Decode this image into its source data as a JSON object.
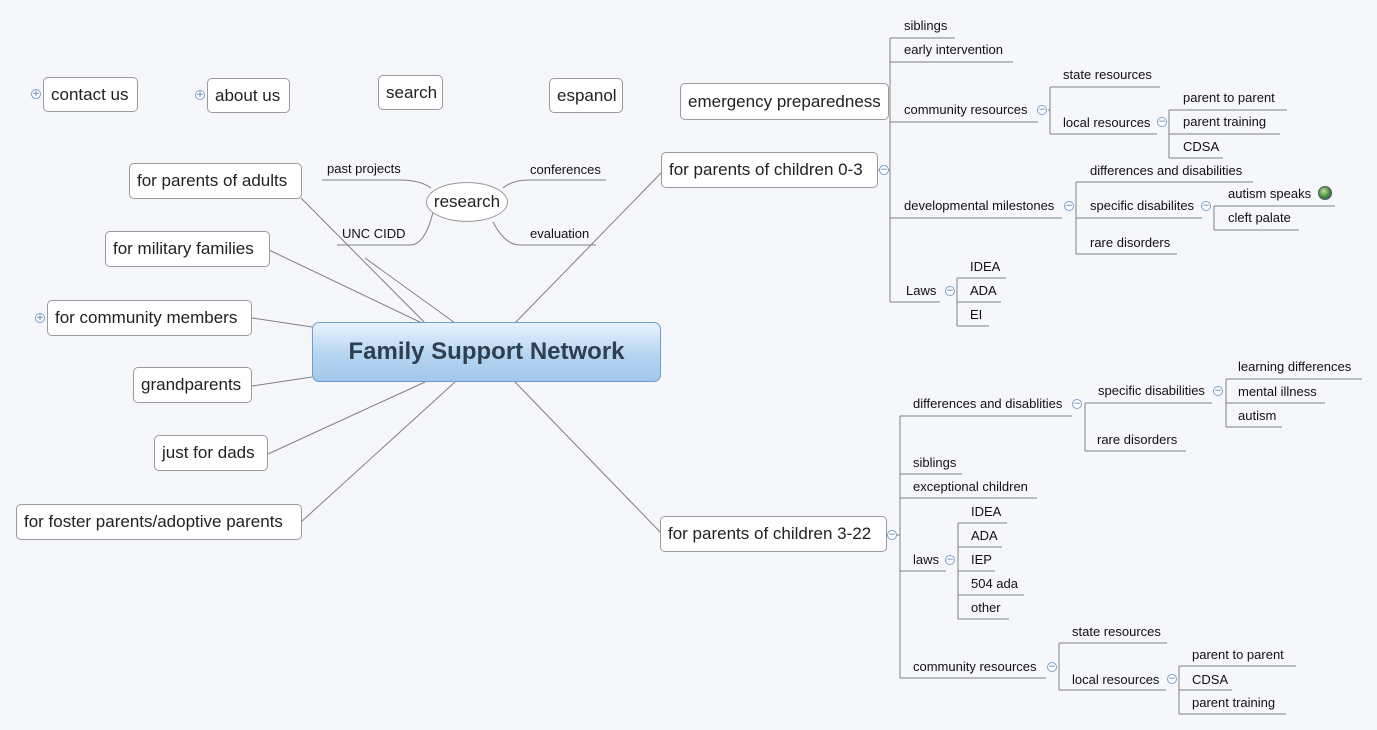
{
  "central_topic": "Family Support Network",
  "top_nav": {
    "contact_us": "contact us",
    "about_us": "about us",
    "search": "search",
    "espanol": "espanol"
  },
  "left_branches": {
    "adults": "for parents of adults",
    "military": "for military families",
    "community": "for community members",
    "grandparents": "grandparents",
    "dads": "just for dads",
    "foster": "for foster parents/adoptive parents"
  },
  "research": {
    "label": "research",
    "past_projects": "past projects",
    "unc_cidd": "UNC CIDD",
    "conferences": "conferences",
    "evaluation": "evaluation"
  },
  "emergency_preparedness": "emergency preparedness",
  "children_0_3": {
    "label": "for parents of children 0-3",
    "siblings": "siblings",
    "early_intervention": "early intervention",
    "community_resources": "community resources",
    "state_resources": "state resources",
    "local_resources": "local resources",
    "parent_to_parent": "parent to parent",
    "parent_training": "parent training",
    "cdsa": "CDSA",
    "developmental_milestones": "developmental milestones",
    "differences_and_disabilities": "differences and disabilities",
    "specific_disabilites": "specific disabilites",
    "autism_speaks": "autism speaks",
    "cleft_palate": "cleft palate",
    "rare_disorders": "rare disorders",
    "laws": "Laws",
    "idea": "IDEA",
    "ada": "ADA",
    "ei": "EI"
  },
  "children_3_22": {
    "label": "for parents of children 3-22",
    "differences_and_disablities": "differences and disablities",
    "specific_disabilities": "specific disabilities",
    "learning_differences": "learning differences",
    "mental_illness": "mental illness",
    "autism": "autism",
    "rare_disorders": "rare disorders",
    "siblings": "siblings",
    "exceptional_children": "exceptional children",
    "laws": "laws",
    "idea": "IDEA",
    "ada": "ADA",
    "iep": "IEP",
    "ada_504": "504 ada",
    "other": "other",
    "community_resources": "community resources",
    "state_resources": "state resources",
    "local_resources": "local resources",
    "parent_to_parent": "parent to parent",
    "cdsa": "CDSA",
    "parent_training": "parent training"
  },
  "icons": {
    "expand": "expand-plus-icon",
    "collapse": "collapse-minus-icon",
    "globe": "globe-hyperlink-icon"
  },
  "colors": {
    "central_fill": "#b5d5f1",
    "central_border": "#6f9ccc",
    "connector": "#808080",
    "background": "#f6f7fa"
  }
}
